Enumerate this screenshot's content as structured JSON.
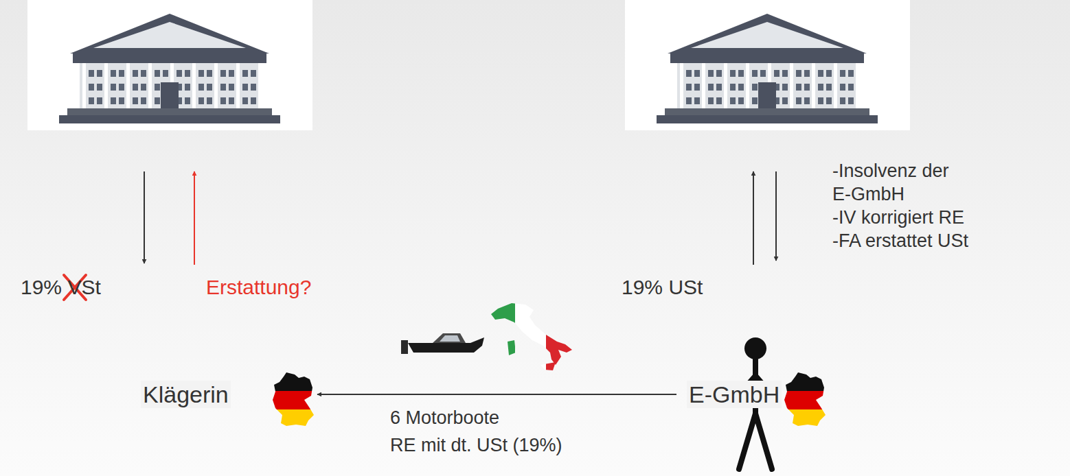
{
  "diagram": {
    "nodes": [
      {
        "text": [
          "Klägerin"
        ]
      },
      {
        "text": [
          "E-GmbH"
        ]
      }
    ],
    "edges": [
      {
        "from": 1,
        "to": 0,
        "arrow": "to",
        "label": "6 Motorboote"
      }
    ],
    "labels": [
      "19% VSt",
      "Erstattung?",
      "19% USt",
      "-Insolvenz der E-GmbH",
      "-IV korrigiert RE",
      "-FA erstattet USt",
      "RE mit dt. USt (19%)"
    ]
  }
}
